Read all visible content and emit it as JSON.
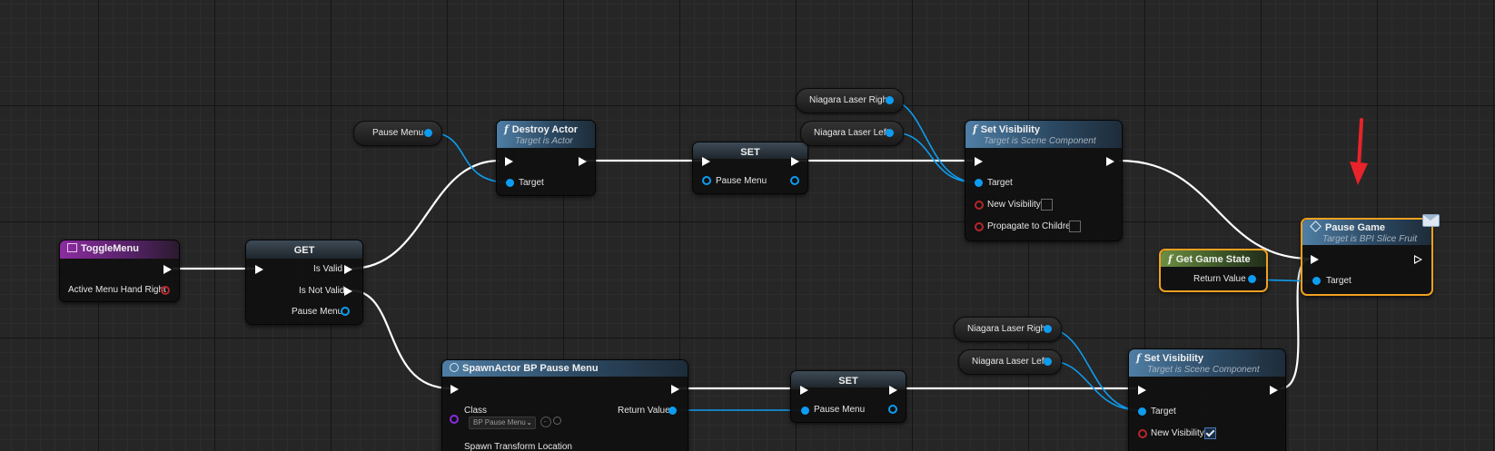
{
  "nodes": {
    "toggle_menu": {
      "title": "ToggleMenu",
      "pin_active_menu_hand_right": "Active Menu Hand Right"
    },
    "get": {
      "title": "GET",
      "pin_is_valid": "Is Valid",
      "pin_is_not_valid": "Is Not Valid",
      "pin_pause_menu": "Pause Menu"
    },
    "pause_menu_var": {
      "label": "Pause Menu"
    },
    "destroy_actor": {
      "title": "Destroy Actor",
      "subtitle": "Target is Actor",
      "pin_target": "Target"
    },
    "set_top": {
      "title": "SET",
      "pin_pause_menu": "Pause Menu"
    },
    "niagara_laser_right_top": {
      "label": "Niagara Laser Right"
    },
    "niagara_laser_left_top": {
      "label": "Niagara Laser Left"
    },
    "set_visibility_top": {
      "title": "Set Visibility",
      "subtitle": "Target is Scene Component",
      "pin_target": "Target",
      "pin_new_visibility": "New Visibility",
      "pin_propagate": "Propagate to Children",
      "new_visibility_checked": false,
      "propagate_checked": false
    },
    "pause_game": {
      "title": "Pause Game",
      "subtitle": "Target is BPI Slice Fruit",
      "pin_target": "Target"
    },
    "get_game_state": {
      "title": "Get Game State",
      "pin_return_value": "Return Value"
    },
    "spawn_actor": {
      "title": "SpawnActor BP Pause Menu",
      "pin_class": "Class",
      "class_value": "BP Pause Menu",
      "pin_return_value": "Return Value",
      "pin_spawn_transform": "Spawn Transform Location"
    },
    "set_bottom": {
      "title": "SET",
      "pin_pause_menu": "Pause Menu"
    },
    "niagara_laser_right_bottom": {
      "label": "Niagara Laser Right"
    },
    "niagara_laser_left_bottom": {
      "label": "Niagara Laser Left"
    },
    "set_visibility_bottom": {
      "title": "Set Visibility",
      "subtitle": "Target is Scene Component",
      "pin_target": "Target",
      "pin_new_visibility": "New Visibility",
      "new_visibility_checked": true
    }
  },
  "colors": {
    "exec_wire": "#ffffff",
    "object_wire": "#0e9cf0",
    "highlight": "#f0a020",
    "annotation_arrow": "#e8232a",
    "function_header": "#4f7ea5",
    "event_header": "#8b2ca0",
    "pure_header": "#6d8f42"
  },
  "icons": {
    "function": "function-icon",
    "event": "event-icon",
    "interface_message": "message-envelope-icon",
    "spawn": "spawn-icon",
    "dropdown": "chevron-down-icon",
    "use_selected": "arrow-left-icon",
    "browse": "search-icon"
  }
}
